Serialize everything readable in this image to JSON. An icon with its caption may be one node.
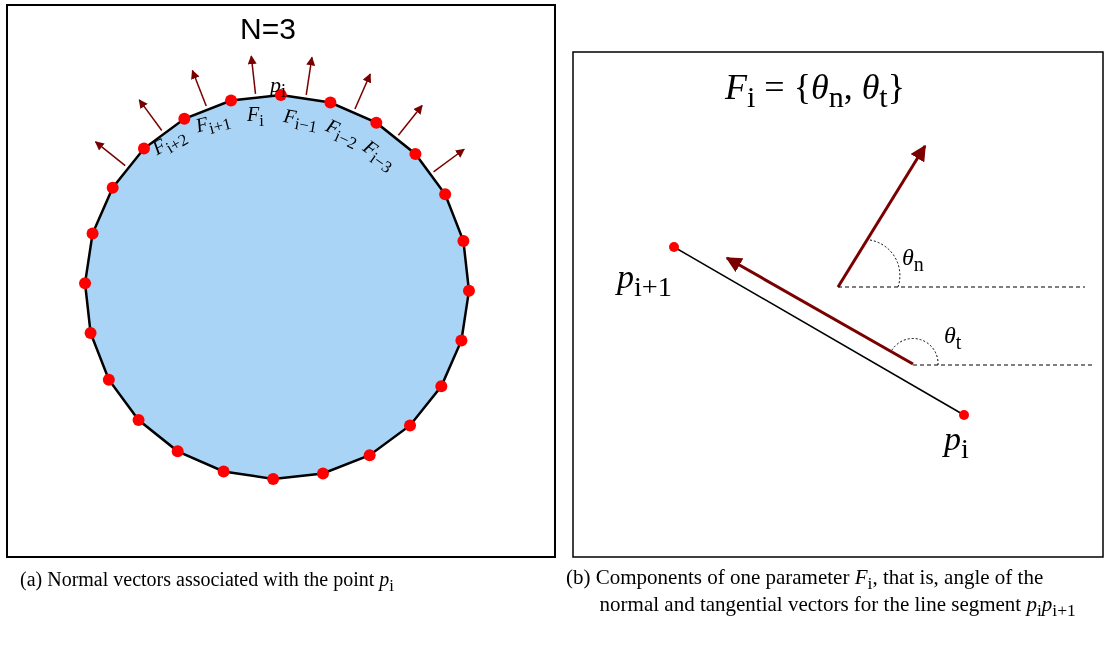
{
  "diagram": {
    "labels": [
      "N=3",
      "*p*$_{i}$",
      "*F*$_{i+2}$",
      "*F*$_{i+1}$",
      "*F*$_{i}$",
      "*F*$_{i−1}$",
      "*F*$_{i−2}$",
      "*F*$_{i−3}$",
      "*F*$_{i}$ = {*θ*$_{n}$, *θ*$_{t}$}",
      "*θ*$_{n}$",
      "*p*$_{i+1}$",
      "*θ*$_{t}$",
      "*p*$_{i}$",
      "(a) Normal vectors associated with the point *p*$_{i}$",
      "(b) Components of one parameter *F*$_{i}$, that is, angle of the normal and tangential vectors for the line segment *p*$_{i}$*p*$_{i+1}$"
    ]
  }
}
